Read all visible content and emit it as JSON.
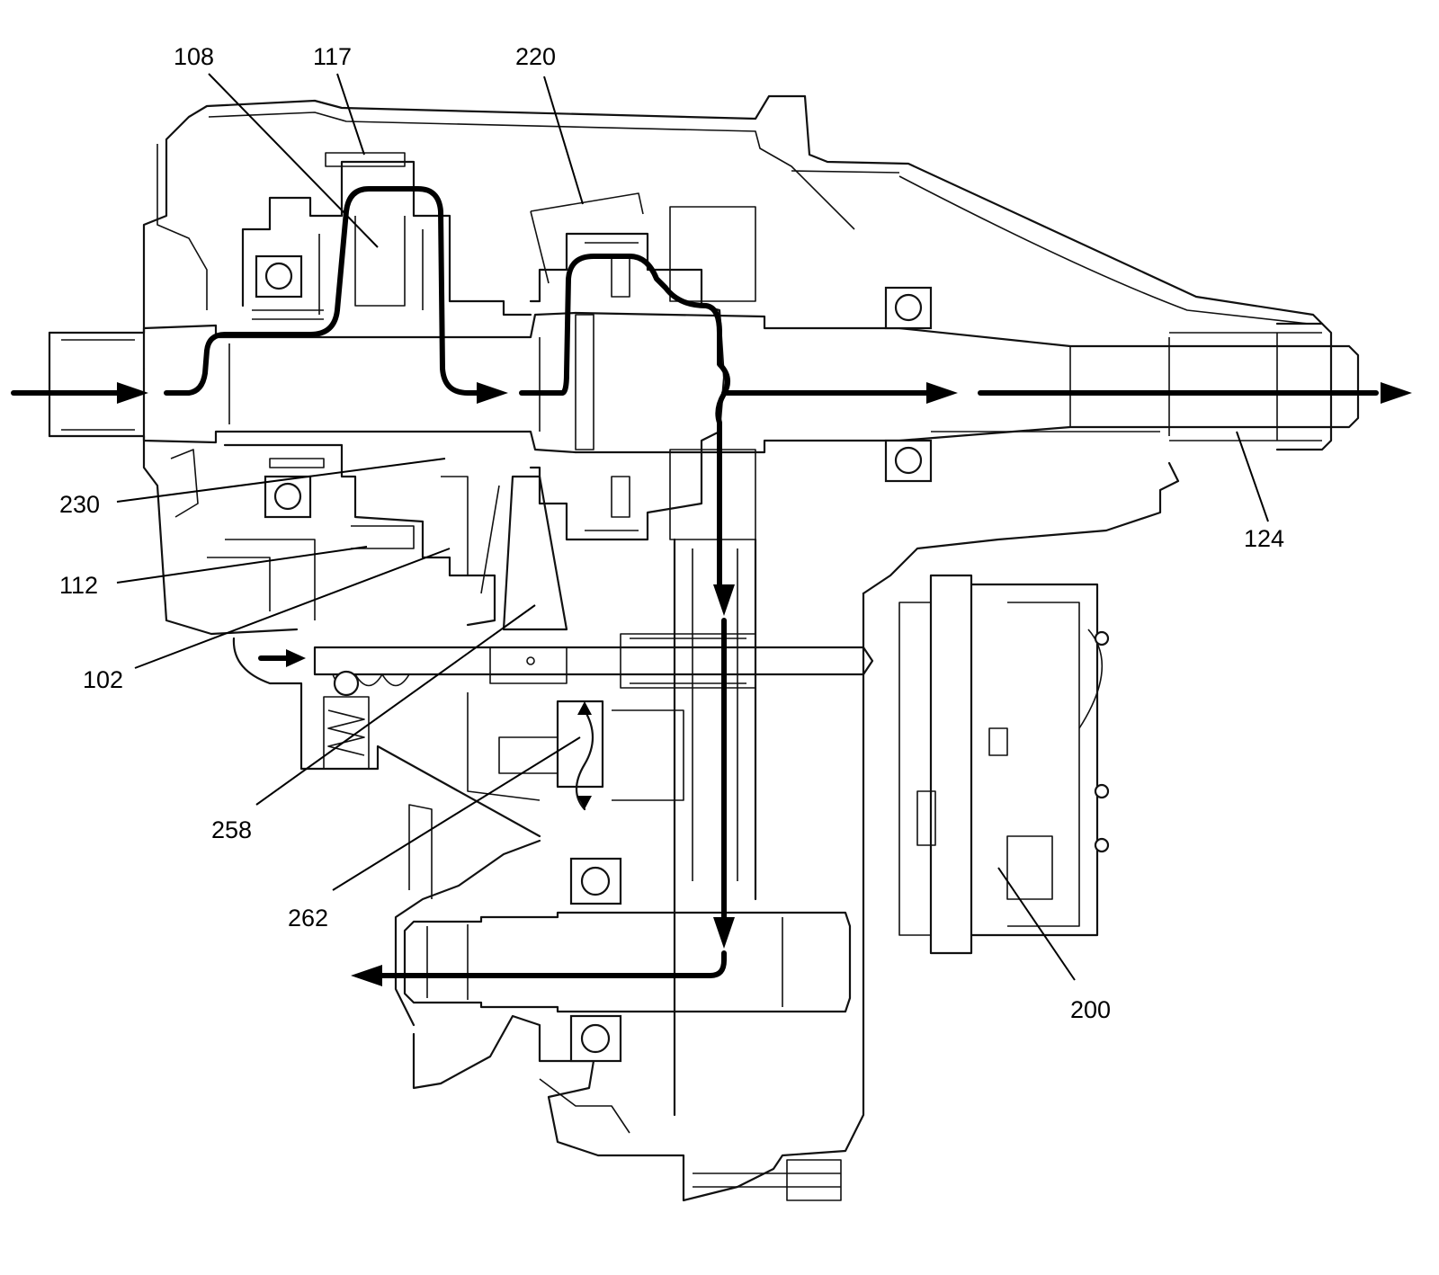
{
  "diagram": {
    "callouts": [
      {
        "id": "c108",
        "label": "108"
      },
      {
        "id": "c117",
        "label": "117"
      },
      {
        "id": "c220",
        "label": "220"
      },
      {
        "id": "c230",
        "label": "230"
      },
      {
        "id": "c112",
        "label": "112"
      },
      {
        "id": "c102",
        "label": "102"
      },
      {
        "id": "c258",
        "label": "258"
      },
      {
        "id": "c262",
        "label": "262"
      },
      {
        "id": "c124",
        "label": "124"
      },
      {
        "id": "c200",
        "label": "200"
      }
    ]
  }
}
